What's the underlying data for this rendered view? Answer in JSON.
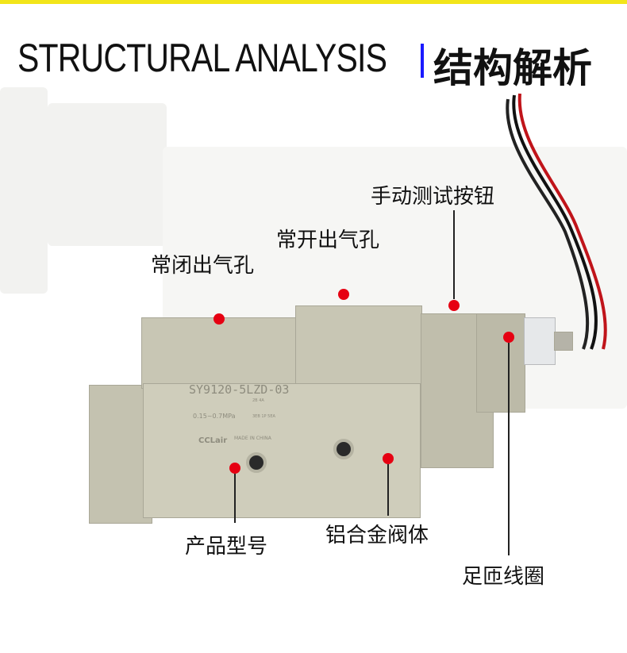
{
  "header": {
    "title_en": "STRUCTURAL ANALYSIS",
    "title_cn": "结构解析"
  },
  "labels": {
    "nc_port": "常闭出气孔",
    "no_port": "常开出气孔",
    "manual_button": "手动测试按钮",
    "coil": "足匝线圈",
    "model": "产品型号",
    "body": "铝合金阀体"
  },
  "product": {
    "model": "SY9120-5LZD-03",
    "pressure": "0.15~0.7MPa",
    "brand": "CCLair",
    "origin": "MADE IN CHINA",
    "port_marks_top": "2B 4A",
    "port_marks_bottom": "3EB 1P 5EA"
  },
  "colors": {
    "accent_bar": "#f2e51a",
    "separator": "#1a1aff",
    "marker": "#e60012"
  }
}
